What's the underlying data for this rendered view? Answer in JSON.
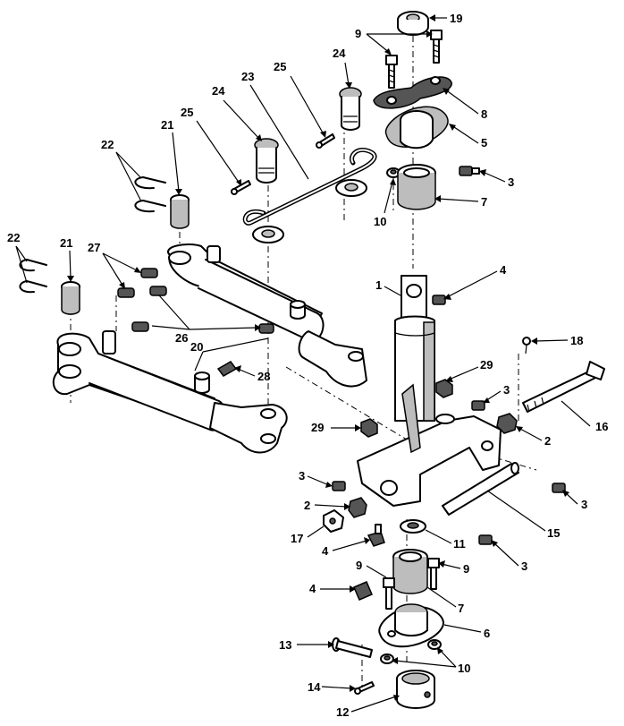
{
  "callouts": [
    {
      "id": "c19",
      "text": "19"
    },
    {
      "id": "c9a",
      "text": "9"
    },
    {
      "id": "c8",
      "text": "8"
    },
    {
      "id": "c5",
      "text": "5"
    },
    {
      "id": "c3a",
      "text": "3"
    },
    {
      "id": "c7a",
      "text": "7"
    },
    {
      "id": "c10a",
      "text": "10"
    },
    {
      "id": "c24a",
      "text": "24"
    },
    {
      "id": "c25a",
      "text": "25"
    },
    {
      "id": "c23",
      "text": "23"
    },
    {
      "id": "c24b",
      "text": "24"
    },
    {
      "id": "c25b",
      "text": "25"
    },
    {
      "id": "c21a",
      "text": "21"
    },
    {
      "id": "c22a",
      "text": "22"
    },
    {
      "id": "c22b",
      "text": "22"
    },
    {
      "id": "c21b",
      "text": "21"
    },
    {
      "id": "c27",
      "text": "27"
    },
    {
      "id": "c1",
      "text": "1"
    },
    {
      "id": "c4a",
      "text": "4"
    },
    {
      "id": "c26",
      "text": "26"
    },
    {
      "id": "c18",
      "text": "18"
    },
    {
      "id": "c20",
      "text": "20"
    },
    {
      "id": "c28",
      "text": "28"
    },
    {
      "id": "c29a",
      "text": "29"
    },
    {
      "id": "c3b",
      "text": "3"
    },
    {
      "id": "c16",
      "text": "16"
    },
    {
      "id": "c29b",
      "text": "29"
    },
    {
      "id": "c2a",
      "text": "2"
    },
    {
      "id": "c3c",
      "text": "3"
    },
    {
      "id": "c2b",
      "text": "2"
    },
    {
      "id": "c3d",
      "text": "3"
    },
    {
      "id": "c17",
      "text": "17"
    },
    {
      "id": "c15",
      "text": "15"
    },
    {
      "id": "c4b",
      "text": "4"
    },
    {
      "id": "c11",
      "text": "11"
    },
    {
      "id": "c3e",
      "text": "3"
    },
    {
      "id": "c9b",
      "text": "9"
    },
    {
      "id": "c9c",
      "text": "9"
    },
    {
      "id": "c4c",
      "text": "4"
    },
    {
      "id": "c7b",
      "text": "7"
    },
    {
      "id": "c6",
      "text": "6"
    },
    {
      "id": "c13",
      "text": "13"
    },
    {
      "id": "c10b",
      "text": "10"
    },
    {
      "id": "c14",
      "text": "14"
    },
    {
      "id": "c12",
      "text": "12"
    }
  ]
}
